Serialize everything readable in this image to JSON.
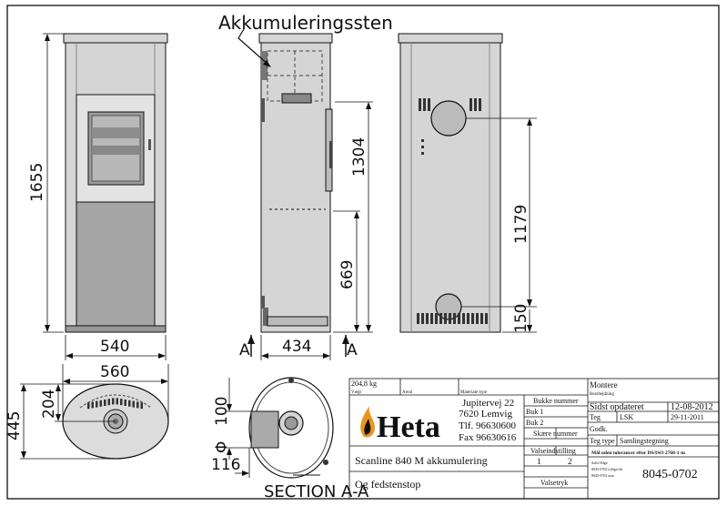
{
  "callout": "Akkumuleringssten",
  "dims": {
    "height": "1655",
    "front_width": "540",
    "side_width": "434",
    "door_height": "1304",
    "lower_height": "669",
    "rear_height": "1179",
    "rear_bottom": "150",
    "top_width": "560",
    "top_depth1": "445",
    "top_depth2": "204",
    "diameter": "100",
    "phi": "Φ",
    "offset": "116"
  },
  "section_marks": {
    "left": "A",
    "right": "A"
  },
  "section_title": "SECTION A-A",
  "title_block": {
    "weight": "204,8 kg",
    "weight_label": "Vægt",
    "area_label": "Areal",
    "material_label": "Materiale type",
    "address1": "Jupitervej 22",
    "address2": "7620 Lemvig",
    "tel": "Tlf. 96630600",
    "fax": "Fax 96630616",
    "logo": "Heta",
    "product1": "Scanline 840 M akkumulering",
    "product2": "Og fedstenstop",
    "bukke_header": "Bukke nummer",
    "buk1": "Buk 1",
    "buk2": "Buk 2",
    "skaere": "Skære nummer",
    "valse_header": "Valseindstilling",
    "valse1": "1",
    "valse2": "2",
    "valsetryk": "Valsetryk",
    "montere": "Montere",
    "bearbejdning": "Bearbejdning",
    "sidst_label": "Sidst opdateret",
    "sidst_date": "12-08-2012",
    "teg_label": "Teg",
    "teg_name": "LSK",
    "teg_date": "29-11-2011",
    "godk_label": "Godk.",
    "tegtype_label": "Teg type",
    "tegtype_value": "Samlingstegning",
    "tolerance": "Mål uden tolerancer efter DS/ISO 2768-1-m",
    "drawing_number": "8045-0702",
    "small1": "Solid Edge",
    "small2": "8045-0702 tollige.dft",
    "small3": "8045-0702 asm"
  },
  "colors": {
    "body": "#d5d5d5",
    "lower": "#a5a5a5",
    "line": "#111111",
    "flame": "#e8961e"
  }
}
